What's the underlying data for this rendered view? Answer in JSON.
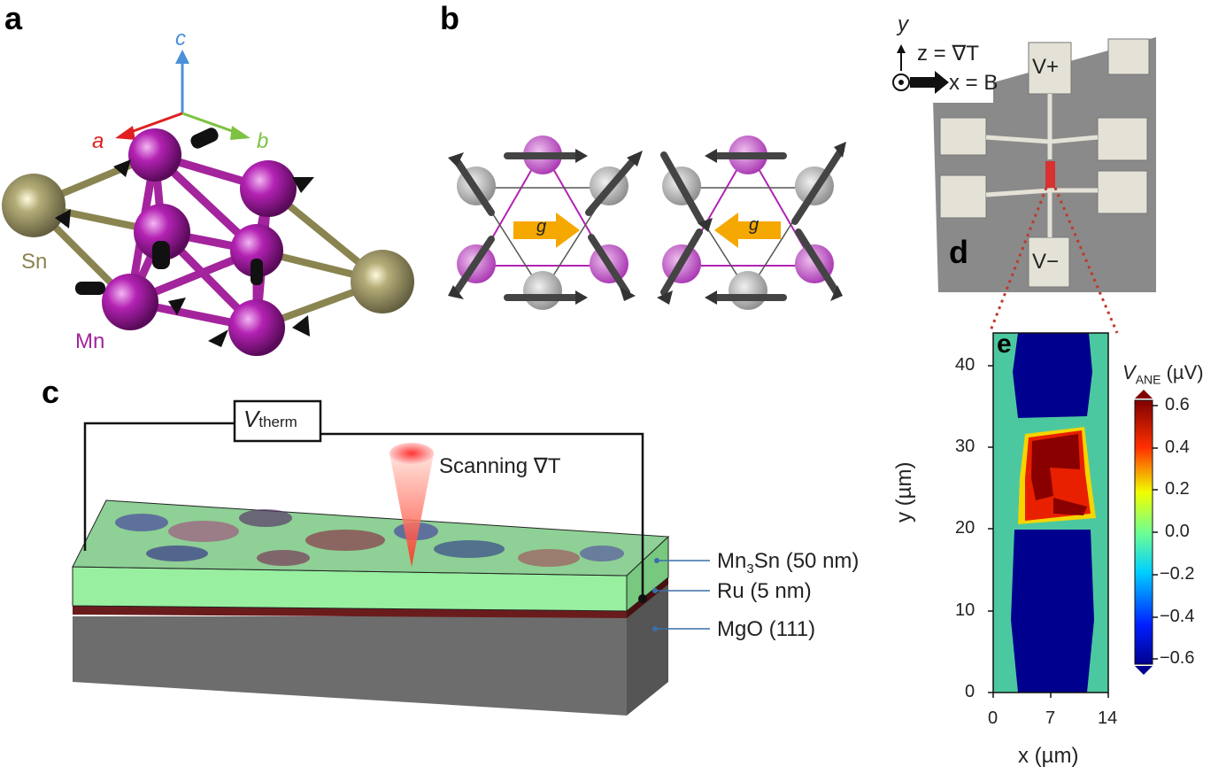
{
  "panels": {
    "a": {
      "letter": "a",
      "axes": {
        "c": "c",
        "a": "a",
        "b": "b"
      },
      "atoms": {
        "sn": "Sn",
        "mn": "Mn"
      },
      "colors": {
        "mn": "#b322b3",
        "sn": "#8a8450",
        "axis_c": "#4a90d9",
        "axis_a": "#e02020",
        "axis_b": "#7dc242"
      }
    },
    "b": {
      "letter": "b",
      "left_label": "g",
      "right_label": "g",
      "colors": {
        "arrow": "#f5a800"
      }
    },
    "c": {
      "letter": "c",
      "vtherm_main": "V",
      "vtherm_sub": "therm",
      "scanning": "Scanning ∇T",
      "layers": [
        "Mn3Sn (50 nm)",
        "Ru (5 nm)",
        "MgO (111)"
      ],
      "layer_mn3sn_main": "Mn",
      "layer_mn3sn_sub": "3",
      "layer_mn3sn_rest": "Sn (50 nm)",
      "layer_ru": "Ru (5 nm)",
      "layer_mgo": "MgO (111)"
    },
    "d": {
      "letter": "d",
      "y_axis": "y",
      "z_label": "z = ∇T",
      "x_label": "x = B",
      "v_plus": "V+",
      "v_minus": "V−"
    },
    "e": {
      "letter": "e",
      "colorbar_title_main": "V",
      "colorbar_title_sub": "ANE",
      "colorbar_title_unit": " (µV)",
      "colorbar_ticks": [
        "0.6",
        "0.4",
        "0.2",
        "0.0",
        "−0.2",
        "−0.4",
        "−0.6"
      ],
      "ylabel": "y (µm)",
      "xlabel": "x (µm)",
      "yticks": [
        "0",
        "10",
        "20",
        "30",
        "40"
      ],
      "xticks": [
        "0",
        "7",
        "14"
      ]
    }
  },
  "chart_data": {
    "type": "heatmap",
    "title": "",
    "xlabel": "x (µm)",
    "ylabel": "y (µm)",
    "xlim": [
      0,
      14
    ],
    "ylim": [
      0,
      45
    ],
    "colorbar": {
      "label": "V_ANE (µV)",
      "range": [
        -0.6,
        0.6
      ]
    },
    "xticks": [
      0,
      7,
      14
    ],
    "yticks": [
      0,
      10,
      20,
      30,
      40
    ],
    "regions": [
      {
        "y_range": [
          0,
          20
        ],
        "value": -0.6
      },
      {
        "y_range": [
          20,
          33
        ],
        "value": 0.6
      },
      {
        "y_range": [
          33,
          45
        ],
        "value": -0.6
      }
    ]
  }
}
